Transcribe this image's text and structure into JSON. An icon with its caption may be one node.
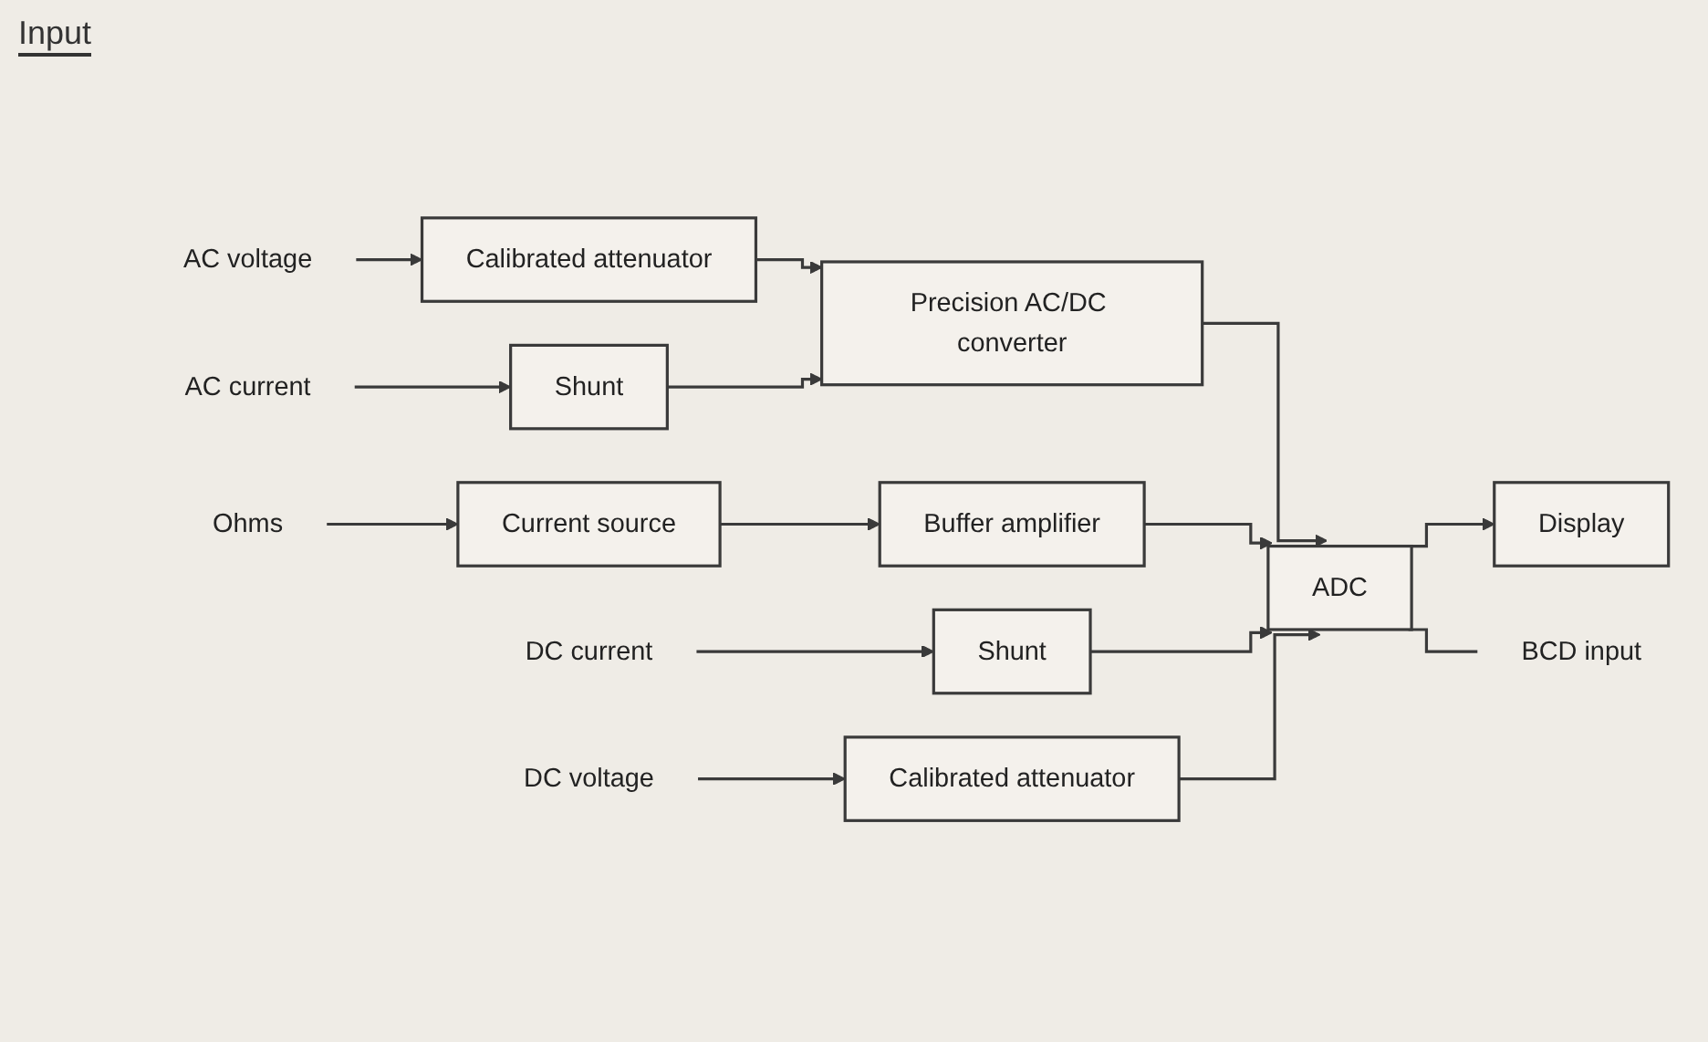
{
  "diagram": {
    "nodes": [
      {
        "text": [
          "Current source"
        ]
      },
      {
        "text": [
          "Buffer amplifier"
        ]
      },
      {
        "text": [
          "Calibrated attenuator"
        ]
      },
      {
        "text": [
          "Precision AC/DC converter"
        ]
      },
      {
        "text": [
          "Ohms"
        ]
      },
      {
        "text": [
          "AC voltage"
        ]
      },
      {
        "text": [
          "AC current"
        ]
      },
      {
        "text": [
          "Shunt"
        ]
      },
      {
        "text": [
          "DC voltage"
        ]
      },
      {
        "text": [
          "DC current"
        ]
      },
      {
        "text": [
          "ADC"
        ]
      },
      {
        "text": [
          "Display"
        ]
      },
      {
        "text": [
          "Shunt"
        ]
      },
      {
        "text": [
          "BCD input"
        ]
      },
      {
        "text": [
          "Calibrated attenuator"
        ]
      }
    ],
    "edges": [
      {
        "from": 4,
        "to": 0,
        "arrow": "to"
      },
      {
        "from": 0,
        "to": 1,
        "arrow": "to"
      },
      {
        "from": 5,
        "to": 2,
        "arrow": "to"
      },
      {
        "from": 2,
        "to": 3,
        "arrow": "to"
      },
      {
        "from": 6,
        "to": 7,
        "arrow": "to"
      },
      {
        "from": 7,
        "to": 3,
        "arrow": "to"
      },
      {
        "from": 3,
        "to": 10,
        "arrow": "to"
      },
      {
        "from": 1,
        "to": 10,
        "arrow": "to"
      },
      {
        "from": 9,
        "to": 12,
        "arrow": "to"
      },
      {
        "from": 12,
        "to": 10,
        "arrow": "to"
      },
      {
        "from": 8,
        "to": 14,
        "arrow": "to"
      },
      {
        "from": 14,
        "to": 10,
        "arrow": "to"
      },
      {
        "from": 10,
        "to": 11,
        "arrow": "to"
      },
      {
        "from": 10,
        "to": 13,
        "arrow": "none"
      }
    ],
    "labels": [
      "Input"
    ]
  }
}
